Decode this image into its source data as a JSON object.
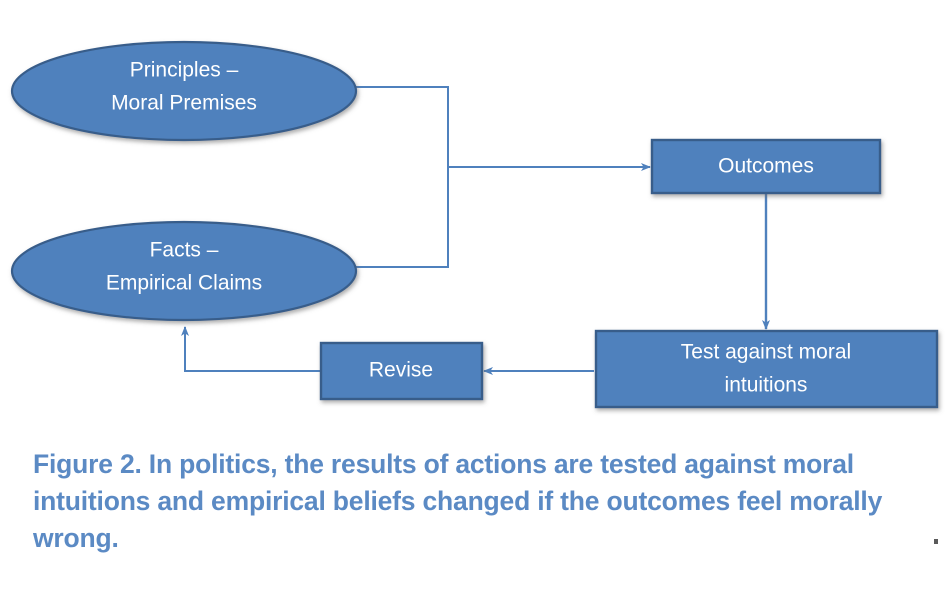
{
  "figure": {
    "caption": "Figure 2. In politics, the results of actions are tested against moral intuitions and empirical beliefs changed if the outcomes feel morally wrong.",
    "caption_color": "#5b8ac4"
  },
  "theme": {
    "shape_fill": "#4f81bd",
    "shape_border": "#385d8a",
    "connector_color": "#4f81bd",
    "label_color": "#ffffff",
    "background": "#ffffff"
  },
  "nodes": {
    "principles": {
      "line1": "Principles –",
      "line2": "Moral Premises",
      "shape": "ellipse"
    },
    "facts": {
      "line1": "Facts –",
      "line2": "Empirical Claims",
      "shape": "ellipse"
    },
    "outcomes": {
      "line1": "Outcomes",
      "shape": "rectangle"
    },
    "test": {
      "line1": "Test against moral",
      "line2": "intuitions",
      "shape": "rectangle"
    },
    "revise": {
      "line1": "Revise",
      "shape": "rectangle"
    }
  },
  "connectors": [
    {
      "name": "principles-to-junction",
      "from": "principles",
      "to": "junction",
      "arrow": false
    },
    {
      "name": "facts-to-junction",
      "from": "facts",
      "to": "junction",
      "arrow": false
    },
    {
      "name": "junction-to-outcomes",
      "from": "junction",
      "to": "outcomes",
      "arrow": true
    },
    {
      "name": "outcomes-to-test",
      "from": "outcomes",
      "to": "test",
      "arrow": true
    },
    {
      "name": "test-to-revise",
      "from": "test",
      "to": "revise",
      "arrow": true
    },
    {
      "name": "revise-to-facts",
      "from": "revise",
      "to": "facts",
      "arrow": true
    }
  ]
}
